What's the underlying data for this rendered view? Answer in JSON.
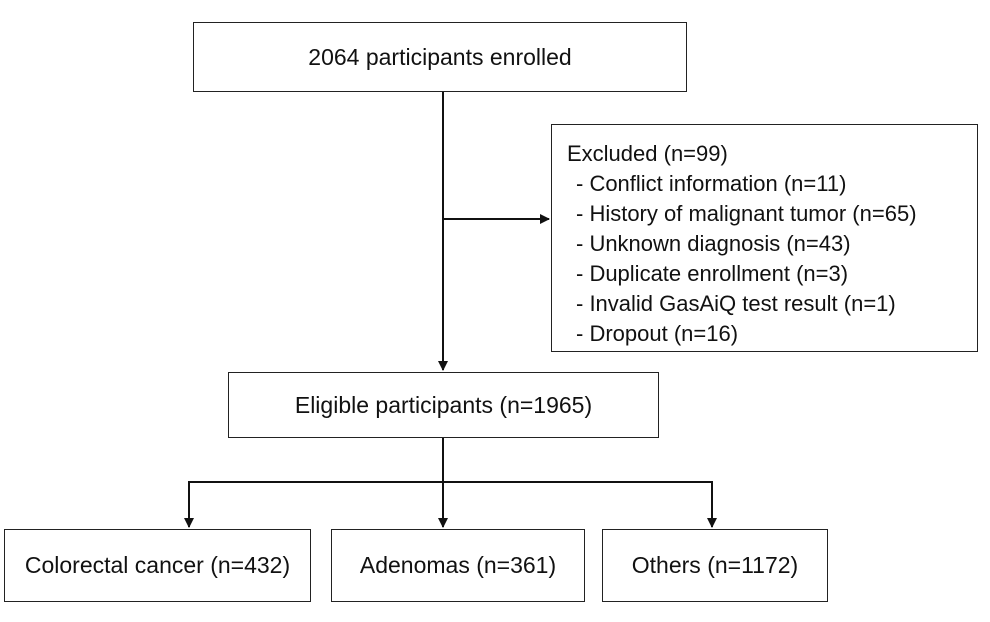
{
  "flowchart": {
    "enrolled": "2064 participants enrolled",
    "excluded": {
      "title": "Excluded (n=99)",
      "items": [
        "- Conflict information (n=11)",
        "- History of malignant tumor (n=65)",
        "- Unknown diagnosis (n=43)",
        "- Duplicate enrollment (n=3)",
        "- Invalid GasAiQ test result (n=1)",
        "- Dropout (n=16)"
      ]
    },
    "eligible": "Eligible participants (n=1965)",
    "groups": [
      "Colorectal cancer (n=432)",
      "Adenomas (n=361)",
      "Others (n=1172)"
    ]
  },
  "colors": {
    "line": "#111111",
    "box_border": "#222222",
    "background": "#ffffff"
  }
}
